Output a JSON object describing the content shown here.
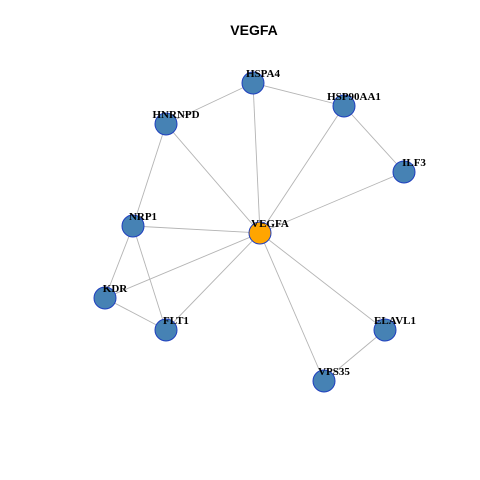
{
  "title": "VEGFA",
  "colors": {
    "hub_node": "#FFA500",
    "node": "#4682B4",
    "node_border": "#1F3FBF",
    "edge": "#B4B4B4"
  },
  "nodes": [
    {
      "id": "VEGFA",
      "label": "VEGFA",
      "hub": true
    },
    {
      "id": "HSPA4",
      "label": "HSPA4",
      "hub": false
    },
    {
      "id": "HSP90AA1",
      "label": "HSP90AA1",
      "hub": false
    },
    {
      "id": "HNRNPD",
      "label": "HNRNPD",
      "hub": false
    },
    {
      "id": "ILF3",
      "label": "ILF3",
      "hub": false
    },
    {
      "id": "NRP1",
      "label": "NRP1",
      "hub": false
    },
    {
      "id": "KDR",
      "label": "KDR",
      "hub": false
    },
    {
      "id": "FLT1",
      "label": "FLT1",
      "hub": false
    },
    {
      "id": "ELAVL1",
      "label": "ELAVL1",
      "hub": false
    },
    {
      "id": "VPS35",
      "label": "VPS35",
      "hub": false
    }
  ],
  "edges": [
    [
      "VEGFA",
      "HSPA4"
    ],
    [
      "VEGFA",
      "HSP90AA1"
    ],
    [
      "VEGFA",
      "HNRNPD"
    ],
    [
      "VEGFA",
      "ILF3"
    ],
    [
      "VEGFA",
      "NRP1"
    ],
    [
      "VEGFA",
      "KDR"
    ],
    [
      "VEGFA",
      "FLT1"
    ],
    [
      "VEGFA",
      "ELAVL1"
    ],
    [
      "VEGFA",
      "VPS35"
    ],
    [
      "HSPA4",
      "HSP90AA1"
    ],
    [
      "HSPA4",
      "HNRNPD"
    ],
    [
      "HSP90AA1",
      "ILF3"
    ],
    [
      "HNRNPD",
      "NRP1"
    ],
    [
      "NRP1",
      "KDR"
    ],
    [
      "NRP1",
      "FLT1"
    ],
    [
      "KDR",
      "FLT1"
    ],
    [
      "ELAVL1",
      "VPS35"
    ]
  ]
}
